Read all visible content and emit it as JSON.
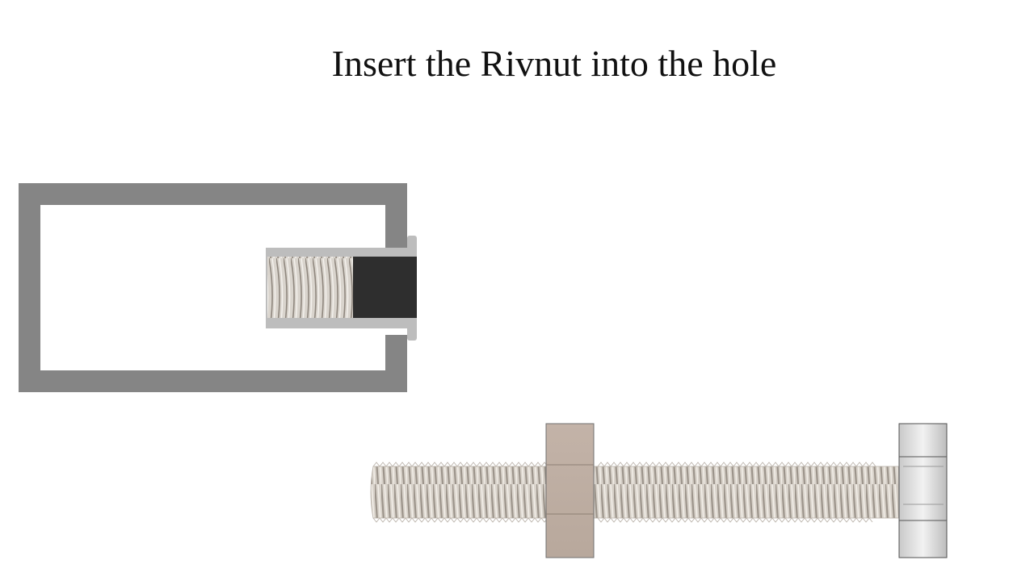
{
  "title": "Insert the Rivnut into the hole",
  "colors": {
    "frame": "#858585",
    "rivnut_body": "#bdbdbd",
    "rivnut_sleeve": "#2e2e2e",
    "thread_light": "#e4dfd8",
    "thread_dark": "#9c948b",
    "nut": "#c4b5aa",
    "bolt_head": "#dcdcdc"
  },
  "icons": [
    "rectangular-tube",
    "rivnut",
    "threaded-rod",
    "hex-nut",
    "bolt-head"
  ]
}
